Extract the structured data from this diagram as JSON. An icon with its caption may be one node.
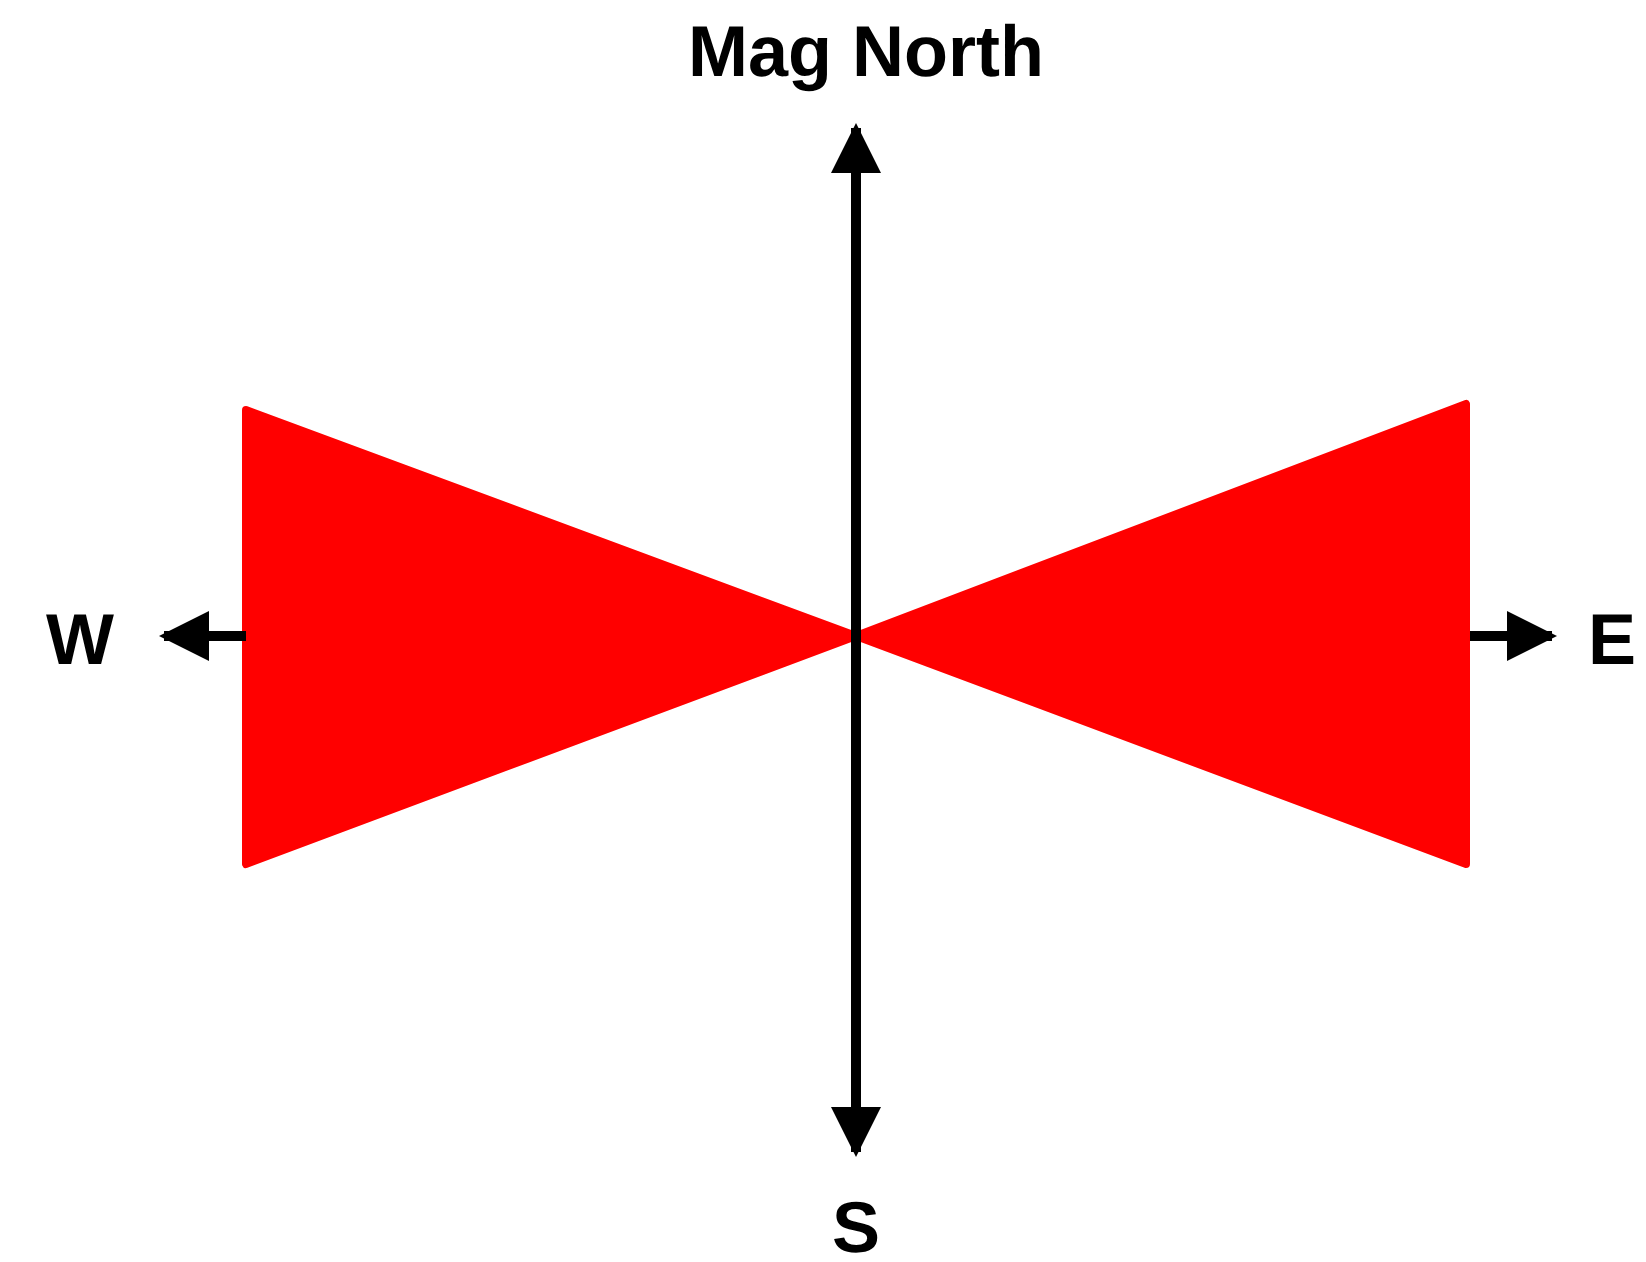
{
  "diagram": {
    "labels": [
      "Mag North",
      "W",
      "E",
      "S"
    ]
  }
}
